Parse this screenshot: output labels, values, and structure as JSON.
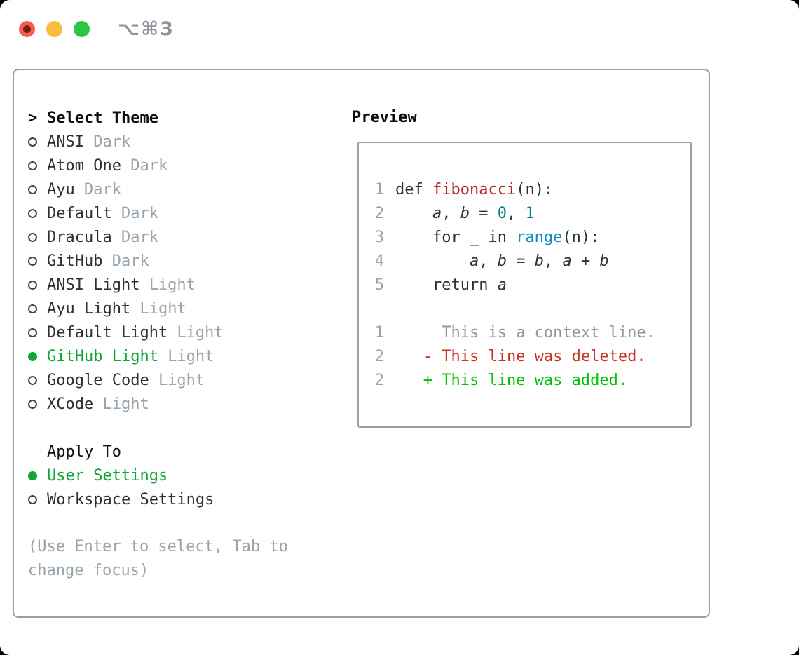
{
  "colors": {
    "sel": "#10a637",
    "added": "#00c300",
    "deleted": "#c83422",
    "func": "#b0242a",
    "num": "#0f7e84",
    "builtin": "#1588cb",
    "gray": "#99a3ad",
    "context": "#8d969e",
    "code": "#2d3237",
    "item": "#2c3136",
    "header": "#0b0f14",
    "border": "#98a1ab",
    "titlebar_text": "#8d949b",
    "light_red": "#f35e51",
    "light_yellow": "#f9bd3d",
    "light_green": "#2cc742"
  },
  "titlebar": {
    "title": "⌥⌘3"
  },
  "picker": {
    "prompt": ">",
    "header": "Select Theme",
    "themes": [
      {
        "name": "ANSI",
        "variant": "Dark",
        "selected": false
      },
      {
        "name": "Atom One",
        "variant": "Dark",
        "selected": false
      },
      {
        "name": "Ayu",
        "variant": "Dark",
        "selected": false
      },
      {
        "name": "Default",
        "variant": "Dark",
        "selected": false
      },
      {
        "name": "Dracula",
        "variant": "Dark",
        "selected": false
      },
      {
        "name": "GitHub",
        "variant": "Dark",
        "selected": false
      },
      {
        "name": "ANSI Light",
        "variant": "Light",
        "selected": false
      },
      {
        "name": "Ayu Light",
        "variant": "Light",
        "selected": false
      },
      {
        "name": "Default Light",
        "variant": "Light",
        "selected": false
      },
      {
        "name": "GitHub Light",
        "variant": "Light",
        "selected": true
      },
      {
        "name": "Google Code",
        "variant": "Light",
        "selected": false
      },
      {
        "name": "XCode",
        "variant": "Light",
        "selected": false
      }
    ],
    "apply_to": {
      "header": "Apply To",
      "options": [
        {
          "label": "User Settings",
          "selected": true
        },
        {
          "label": "Workspace Settings",
          "selected": false
        }
      ]
    },
    "hint_lines": [
      "(Use Enter to select, Tab to",
      "change focus)"
    ]
  },
  "preview": {
    "title": "Preview",
    "code_lines": [
      {
        "number": "1",
        "tokens": [
          {
            "t": "def ",
            "c": "code"
          },
          {
            "t": "fibonacci",
            "c": "func"
          },
          {
            "t": "(n):",
            "c": "code"
          }
        ]
      },
      {
        "number": "2",
        "tokens": [
          {
            "t": "    ",
            "c": "code"
          },
          {
            "t": "a",
            "c": "var"
          },
          {
            "t": ", ",
            "c": "code"
          },
          {
            "t": "b",
            "c": "var"
          },
          {
            "t": " = ",
            "c": "code"
          },
          {
            "t": "0",
            "c": "num"
          },
          {
            "t": ", ",
            "c": "code"
          },
          {
            "t": "1",
            "c": "num"
          }
        ]
      },
      {
        "number": "3",
        "tokens": [
          {
            "t": "    for _ in ",
            "c": "code"
          },
          {
            "t": "range",
            "c": "builtin"
          },
          {
            "t": "(n):",
            "c": "code"
          }
        ]
      },
      {
        "number": "4",
        "tokens": [
          {
            "t": "        ",
            "c": "code"
          },
          {
            "t": "a",
            "c": "var"
          },
          {
            "t": ", ",
            "c": "code"
          },
          {
            "t": "b",
            "c": "var"
          },
          {
            "t": " = ",
            "c": "code"
          },
          {
            "t": "b",
            "c": "var"
          },
          {
            "t": ", ",
            "c": "code"
          },
          {
            "t": "a",
            "c": "var"
          },
          {
            "t": " + ",
            "c": "code"
          },
          {
            "t": "b",
            "c": "var"
          }
        ]
      },
      {
        "number": "5",
        "tokens": [
          {
            "t": "    return ",
            "c": "code"
          },
          {
            "t": "a",
            "c": "var"
          }
        ]
      },
      {
        "number": "",
        "tokens": []
      },
      {
        "number": "1",
        "tokens": [
          {
            "t": "     This is a context line.",
            "c": "context"
          }
        ]
      },
      {
        "number": "2",
        "tokens": [
          {
            "t": "   - This line was deleted.",
            "c": "deleted"
          }
        ]
      },
      {
        "number": "2",
        "tokens": [
          {
            "t": "   + This line was added.",
            "c": "added"
          }
        ]
      }
    ]
  }
}
